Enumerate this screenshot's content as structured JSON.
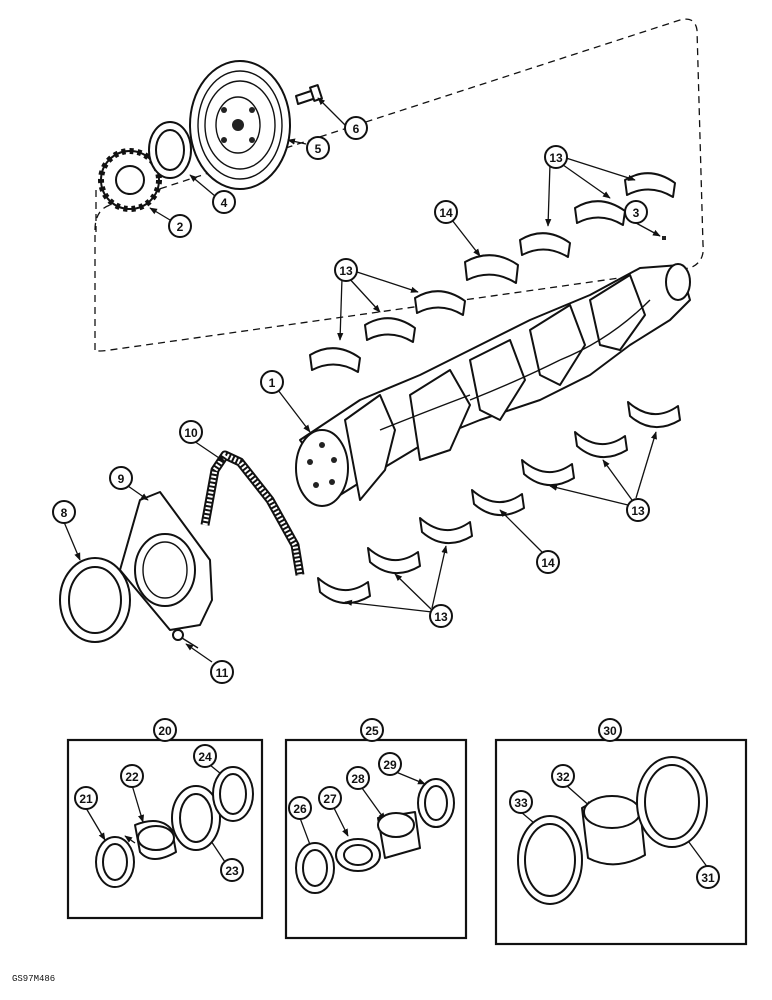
{
  "figure_code": "GS97M486",
  "callouts": {
    "c1": "1",
    "c2": "2",
    "c3": "3",
    "c4": "4",
    "c5": "5",
    "c6": "6",
    "c8": "8",
    "c9": "9",
    "c10": "10",
    "c11": "11",
    "c13": "13",
    "c14": "14",
    "c20": "20",
    "c21": "21",
    "c22": "22",
    "c23": "23",
    "c24": "24",
    "c25": "25",
    "c26": "26",
    "c27": "27",
    "c28": "28",
    "c29": "29",
    "c30": "30",
    "c31": "31",
    "c32": "32",
    "c33": "33"
  }
}
